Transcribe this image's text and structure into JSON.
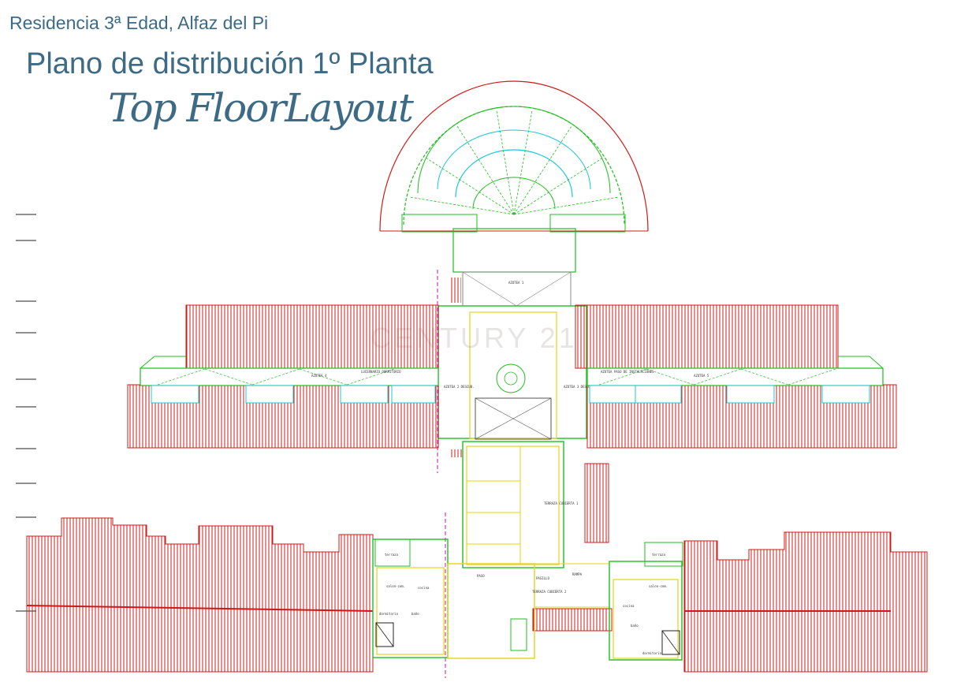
{
  "header": {
    "location": "Residencia 3ª Edad, Alfaz del Pi",
    "title": "Plano de distribución 1º Planta",
    "subtitle": "Top FloorLayout"
  },
  "watermark": "CENTURY 21",
  "plan_labels": {
    "azotea1": "AZOTEA 1",
    "azotea2": "AZOTEA 2 DESCUB.",
    "azotea3": "AZOTEA 3 DESCUB.",
    "azotea4": "AZOTEA 4",
    "azotea5": "AZOTEA 5",
    "lucernario": "LUCERNARIO DORMITORIO",
    "paso_instalaciones": "AZOTEA PASO DE INSTALACIONES",
    "terraza1": "TERRAZA CUBIERTA 1",
    "terraza2": "TERRAZA CUBIERTA 2",
    "rampa": "RAMPA",
    "pasillo": "PASILLO",
    "cocina": "cocina",
    "bano": "baño",
    "salon_com": "salon-com.",
    "dormitorio": "dormitorio",
    "paso": "PASO",
    "terraza": "terraza"
  },
  "colors": {
    "title": "#3d6b86",
    "roof_hatch": "#d01818",
    "walls": "#1fbf1f",
    "interior": "#e6d21a",
    "accent_cyan": "#18c8d8",
    "arc": "#d01818",
    "magenta": "#c018c0"
  }
}
